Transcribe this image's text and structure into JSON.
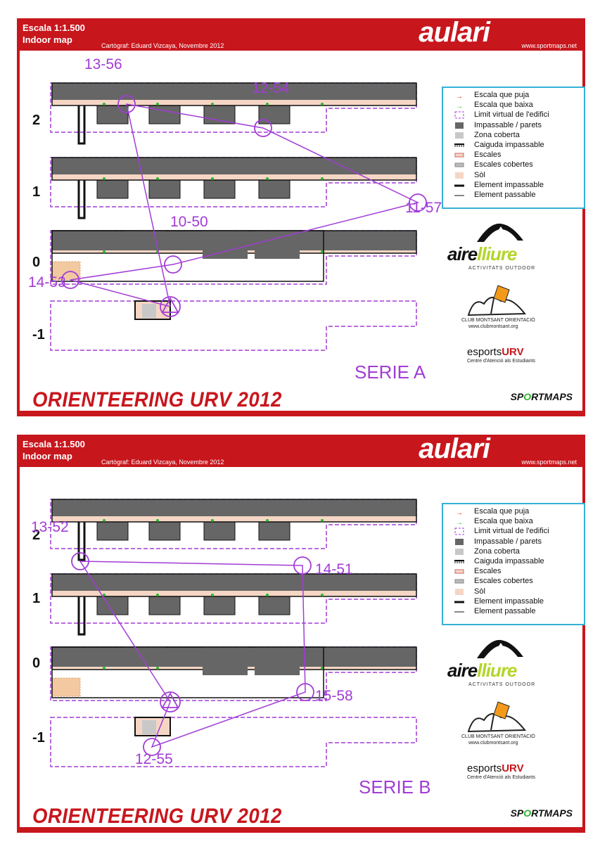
{
  "sheets": [
    {
      "scale": "Escala 1:1.500",
      "subtitle": "Indoor map",
      "cartographer": "Cartògraf: Eduard Vizcaya, Novembre 2012",
      "brand": "aulari",
      "url": "www.sportmaps.net",
      "footer_title": "ORIENTEERING URV 2012",
      "footer_logo_a": "SP",
      "footer_logo_b": "O",
      "footer_logo_c": "RTMAPS",
      "series": "SERIE A",
      "floors": [
        "2",
        "1",
        "0",
        "-1"
      ],
      "controls": [
        {
          "label": "13-56"
        },
        {
          "label": "12-54"
        },
        {
          "label": "11-57"
        },
        {
          "label": "10-50"
        },
        {
          "label": "14-53"
        }
      ]
    },
    {
      "scale": "Escala 1:1.500",
      "subtitle": "Indoor map",
      "cartographer": "Cartògraf: Eduard Vizcaya, Novembre 2012",
      "brand": "aulari",
      "url": "www.sportmaps.net",
      "footer_title": "ORIENTEERING URV 2012",
      "footer_logo_a": "SP",
      "footer_logo_b": "O",
      "footer_logo_c": "RTMAPS",
      "series": "SERIE B",
      "floors": [
        "2",
        "1",
        "0",
        "-1"
      ],
      "controls": [
        {
          "label": "13-52"
        },
        {
          "label": "14-51"
        },
        {
          "label": "15-58"
        },
        {
          "label": "12-55"
        }
      ]
    }
  ],
  "legend": [
    {
      "label": "Escala que puja",
      "icon": "red-arrow-icon"
    },
    {
      "label": "Escala que baixa",
      "icon": "green-arrow-icon"
    },
    {
      "label": "Limit virtual de l'edifici",
      "icon": "dashed-box-icon"
    },
    {
      "label": "Impassable / parets",
      "icon": "dark-gray-fill-icon"
    },
    {
      "label": "Zona coberta",
      "icon": "light-gray-fill-icon"
    },
    {
      "label": "Caiguda impassable",
      "icon": "cliff-line-icon"
    },
    {
      "label": "Escales",
      "icon": "stairs-icon"
    },
    {
      "label": "Escales cobertes",
      "icon": "covered-stairs-icon"
    },
    {
      "label": "Sòl",
      "icon": "floor-fill-icon"
    },
    {
      "label": "Element impassable",
      "icon": "thick-line-icon"
    },
    {
      "label": "Element passable",
      "icon": "thin-line-icon"
    }
  ],
  "logos": {
    "aire_a": "aire",
    "aire_b": "lliure",
    "aire_sub": "ACTIVITATS OUTDOOR",
    "club_name": "CLUB MONTSANT ORIENTACIÓ",
    "club_url": "www.clubmontsant.org",
    "esports_a": "esports",
    "esports_b": "URV",
    "esports_sub": "Centre d'Atenció als Estudiants"
  },
  "colors": {
    "frame": "#c8161d",
    "course": "#a23cd6",
    "wall": "#666666",
    "floor": "#f5d6c4",
    "covered": "#c8c8c8",
    "legend_border": "#34b0d6",
    "green": "#2bb52b"
  }
}
